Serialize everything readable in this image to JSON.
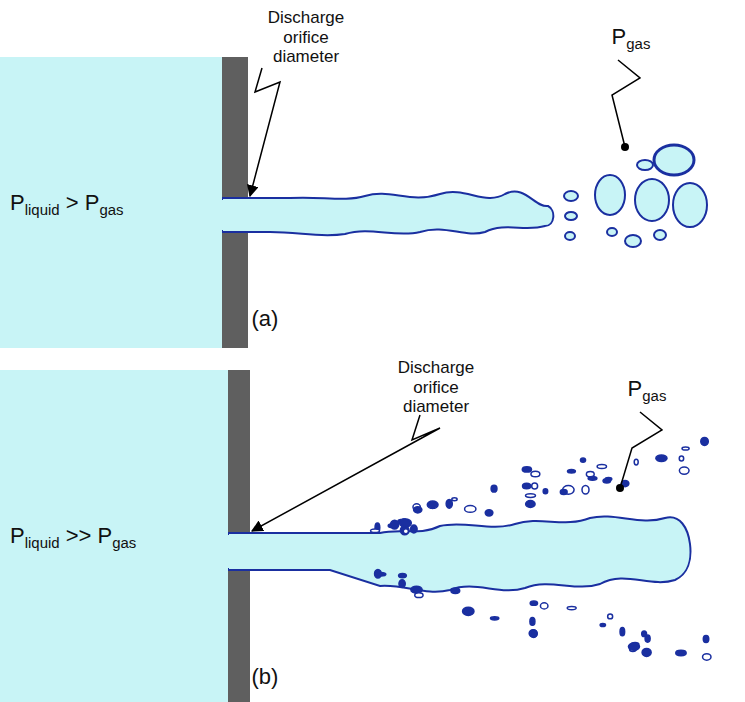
{
  "diagram": {
    "nodes": [
      {
        "text": [
          "Pliquid > Pgas"
        ]
      },
      {
        "text": [
          "Pliquid >> Pgas"
        ]
      }
    ],
    "labels": [
      "Discharge orifice diameter",
      "Pgas",
      "(a)",
      "Discharge orifice diameter",
      "Pgas",
      "(b)"
    ]
  }
}
